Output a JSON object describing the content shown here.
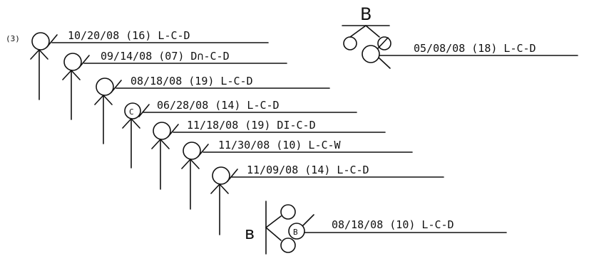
{
  "prefix": "(3)",
  "group_letter": "B",
  "entries": [
    {
      "label": "10/20/08 (16) L-C-D"
    },
    {
      "label": "09/14/08 (07) D∩-C-D"
    },
    {
      "label": "08/18/08 (19) L-C-D"
    },
    {
      "label": "06/28/08 (14) L-C-D",
      "marker": "C"
    },
    {
      "label": "11/18/08 (19) DI-C-D"
    },
    {
      "label": "11/30/08 (10) L-C-W"
    },
    {
      "label": "11/09/08 (14) L-C-D"
    }
  ],
  "cluster_top": {
    "label": "05/08/08 (18) L-C-D",
    "letter": "B"
  },
  "cluster_bottom": {
    "label": "08/18/08 (10) L-C-D",
    "letter": "в",
    "marker": "B"
  }
}
